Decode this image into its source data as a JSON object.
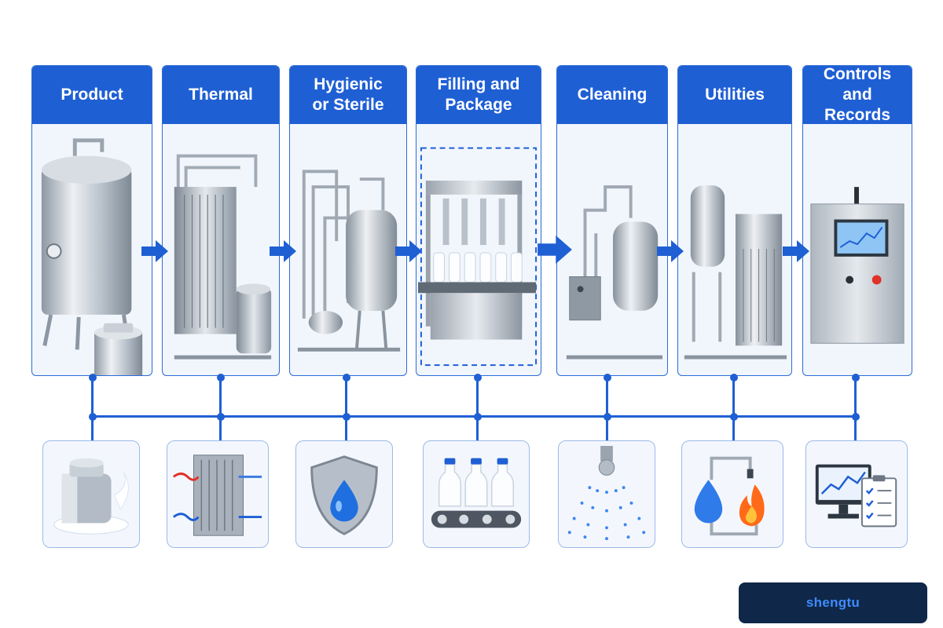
{
  "stages": [
    {
      "id": "product",
      "title": "Product",
      "icon": "milk-can-icon"
    },
    {
      "id": "thermal",
      "title": "Thermal",
      "icon": "plate-heat-exchanger-icon"
    },
    {
      "id": "hygienic",
      "title": "Hygienic\nor Sterile",
      "icon": "shield-drop-icon"
    },
    {
      "id": "filling",
      "title": "Filling and\nPackage",
      "icon": "bottle-conveyor-icon"
    },
    {
      "id": "cleaning",
      "title": "Cleaning",
      "icon": "spray-nozzle-icon"
    },
    {
      "id": "utilities",
      "title": "Utilities",
      "icon": "water-flame-icon"
    },
    {
      "id": "controls",
      "title": "Controls\nand Records",
      "icon": "monitor-checklist-icon"
    }
  ],
  "highlighted_stage": "filling",
  "colors": {
    "accent_blue": "#1f5fd4",
    "panel_bg": "#f1f6fd",
    "card_border": "#9db9e8",
    "steel": "#b9c2cc",
    "logo_bg": "#0f2749",
    "logo_text": "#3f8cff"
  },
  "watermark": {
    "text": "shengtu"
  }
}
